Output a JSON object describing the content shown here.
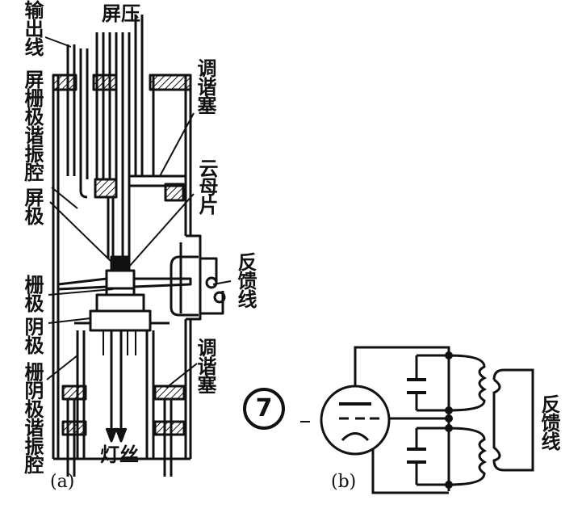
{
  "figure_a": {
    "caption": "(a)",
    "labels": {
      "output_line": "输出线",
      "plate_voltage": "屏压",
      "plate_grid_cavity": "屏栅极谐振腔",
      "tuning_plunger_top": "调谐塞",
      "mica_sheet": "云母片",
      "plate": "屏极",
      "feedback_line": "反馈线",
      "grid": "栅极",
      "cathode": "阴极",
      "tuning_plunger_bottom": "调谐塞",
      "grid_cathode_cavity": "栅阴极谐振腔",
      "filament": "灯丝"
    }
  },
  "figure_b": {
    "caption": "(b)",
    "labels": {
      "feedback_line": "反馈线",
      "grid_input": "-"
    }
  },
  "figure_number": "7",
  "colors": {
    "ink": "#111111",
    "background": "#ffffff"
  }
}
